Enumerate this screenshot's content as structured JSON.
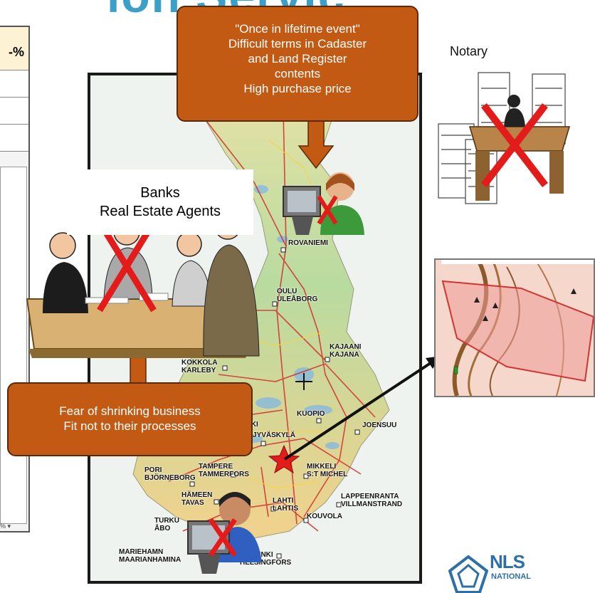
{
  "title_fragment": "ion Servic",
  "spreadsheet": {
    "header": "-%",
    "footer": "% ▾"
  },
  "callouts": {
    "top": [
      "\"Once in lifetime event\"",
      "Difficult terms in Cadaster",
      "and Land Register",
      "contents",
      "High purchase price"
    ],
    "bottom": [
      "Fear of shrinking business",
      "Fit not to their processes"
    ]
  },
  "labels": {
    "banks": [
      "Banks",
      "Real Estate Agents"
    ],
    "notary": "Notary"
  },
  "cities": [
    {
      "key": "rovaniemi",
      "lines": [
        "ROVANIEMI"
      ]
    },
    {
      "key": "oulu",
      "lines": [
        "OULU",
        "ULEÅBORG"
      ]
    },
    {
      "key": "kajaani",
      "lines": [
        "KAJAANI",
        "KAJANA"
      ]
    },
    {
      "key": "kokkola",
      "lines": [
        "KOKKOLA",
        "KARLEBY"
      ]
    },
    {
      "key": "oki",
      "lines": [
        "OKI"
      ]
    },
    {
      "key": "kuopio",
      "lines": [
        "KUOPIO"
      ]
    },
    {
      "key": "joensuu",
      "lines": [
        "JOENSUU"
      ]
    },
    {
      "key": "jyvaskyla",
      "lines": [
        "JYVÄSKYLÄ"
      ]
    },
    {
      "key": "pori",
      "lines": [
        "PORI",
        "BJÖRNEBORG"
      ]
    },
    {
      "key": "tampere",
      "lines": [
        "TAMPERE",
        "TAMMERFORS"
      ]
    },
    {
      "key": "mikkeli",
      "lines": [
        "MIKKELI",
        "S:T MICHEL"
      ]
    },
    {
      "key": "hameenlinna",
      "lines": [
        "HÄMEEN",
        "TAVAS"
      ]
    },
    {
      "key": "lahti",
      "lines": [
        "LAHTI",
        "LAHTIS"
      ]
    },
    {
      "key": "lappeenranta",
      "lines": [
        "LAPPEENRANTA",
        "VILLMANSTRAND"
      ]
    },
    {
      "key": "kouvola",
      "lines": [
        "KOUVOLA"
      ]
    },
    {
      "key": "turku",
      "lines": [
        "TURKU",
        "ÅBO"
      ]
    },
    {
      "key": "mariehamn",
      "lines": [
        "MARIEHAMN",
        "MAARIANHAMINA"
      ]
    },
    {
      "key": "helsinki",
      "lines": [
        "HELSINKI",
        "HELSINGFORS"
      ]
    }
  ],
  "logo": {
    "text": "NLS",
    "sub": "NATIONAL"
  },
  "colors": {
    "callout": "#c35a14",
    "cross": "#e41b1b",
    "star": "#e41b1b",
    "arrow": "#c35a14",
    "logo": "#2f6fa8"
  },
  "icons": [
    "computer-icon",
    "user-icon",
    "cross-icon",
    "star-icon",
    "arrow-icon",
    "paper-stack-icon",
    "nls-logo-icon"
  ]
}
